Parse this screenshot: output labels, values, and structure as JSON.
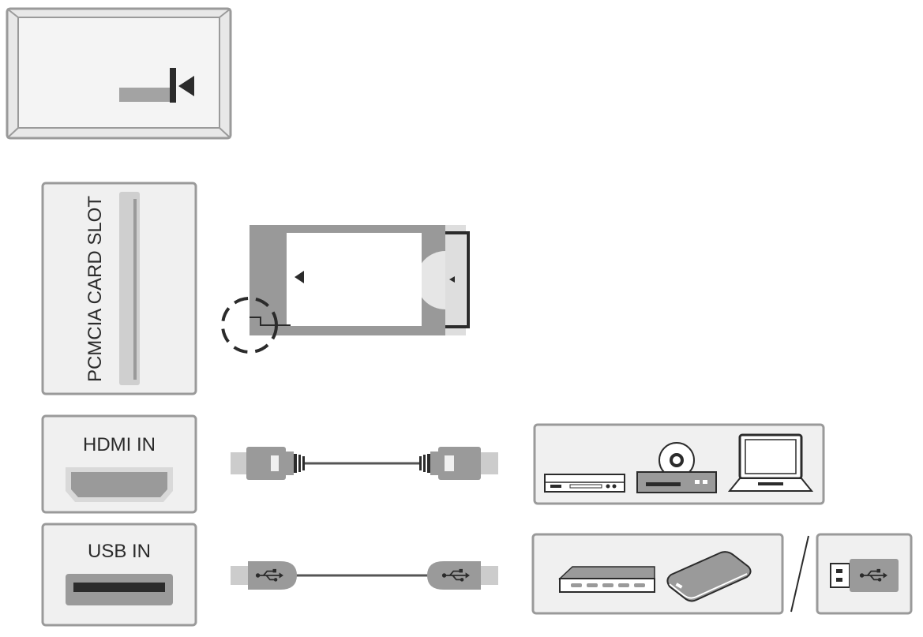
{
  "ports": {
    "pcmcia_label": "PCMCIA CARD SLOT",
    "hdmi_label": "HDMI IN",
    "usb_label": "USB IN"
  },
  "icons": {
    "tv_panel": "tv-back-panel-icon",
    "ci_card": "ci-module-card-icon",
    "hdmi_cable": "hdmi-cable-icon",
    "usb_cable": "usb-cable-icon",
    "hdmi_devices": [
      "dvd-player-icon",
      "blu-ray-player-icon",
      "laptop-icon"
    ],
    "usb_devices": [
      "usb-hub-icon",
      "external-hard-drive-icon",
      "usb-flash-drive-icon"
    ]
  },
  "colors": {
    "panel_border": "#9a9a9a",
    "panel_fill": "#f0f0f0",
    "device_fill": "#9a9a9a",
    "dark": "#2b2b2b"
  }
}
